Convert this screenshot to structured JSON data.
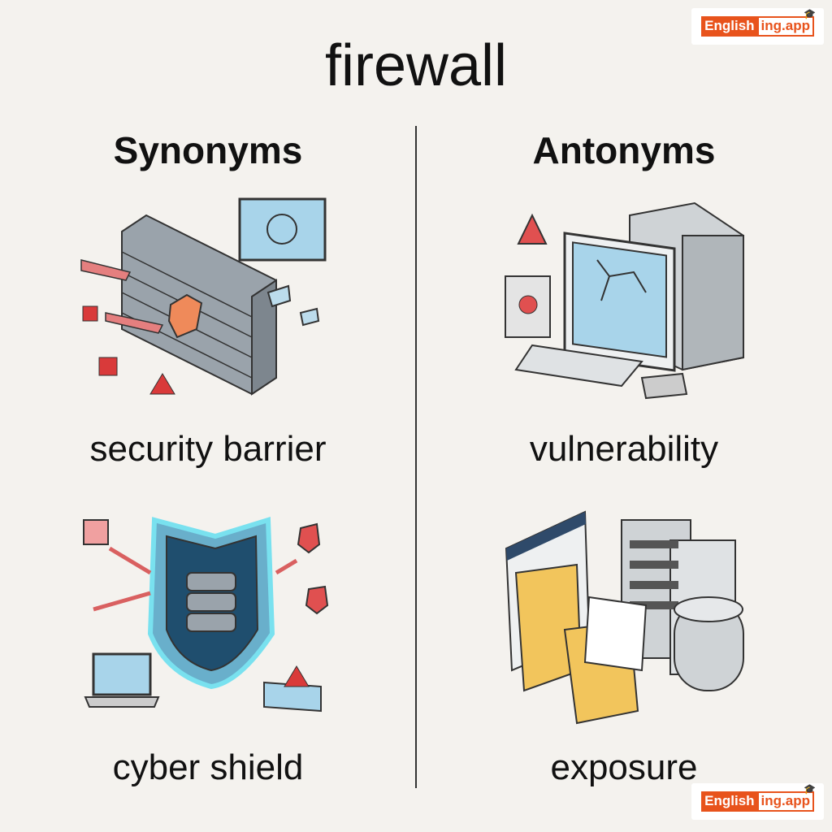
{
  "title": "firewall",
  "logo": {
    "part1": "English",
    "part2": "ing.app"
  },
  "synonyms": {
    "heading": "Synonyms",
    "items": [
      {
        "label": "security barrier",
        "icon": "brick-firewall-icon"
      },
      {
        "label": "cyber shield",
        "icon": "cyber-shield-icon"
      }
    ]
  },
  "antonyms": {
    "heading": "Antonyms",
    "items": [
      {
        "label": "vulnerability",
        "icon": "broken-computer-icon"
      },
      {
        "label": "exposure",
        "icon": "exposed-data-icon"
      }
    ]
  },
  "colors": {
    "accent": "#e8531c",
    "background": "#f4f2ee"
  }
}
